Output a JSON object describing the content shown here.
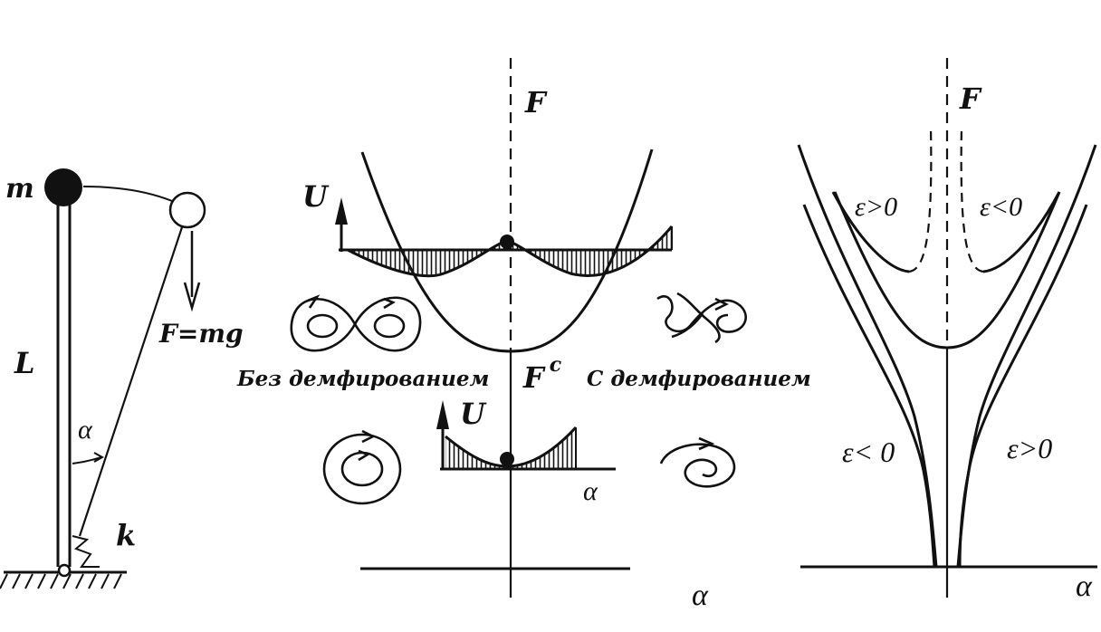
{
  "pendulum": {
    "mass_label": "m",
    "length_label": "L",
    "force_label": "F=mg",
    "angle_label": "α",
    "spring_label": "k"
  },
  "middle_panel": {
    "axis_y_label": "F",
    "axis_x_label": "α",
    "critical_label": "F",
    "critical_superscript": "c",
    "potential_label_upper": "U",
    "potential_label_lower": "U",
    "potential_axis_lower": "α",
    "no_damping_label": "Без демфированием",
    "damping_label": "С демфированием"
  },
  "right_panel": {
    "axis_y_label": "F",
    "axis_x_label": "α",
    "eps_upper_left": "ε>0",
    "eps_upper_right": "ε<0",
    "eps_lower_left": "ε< 0",
    "eps_lower_right": "ε>0"
  },
  "colors": {
    "ink": "#111111",
    "paper": "#ffffff"
  }
}
